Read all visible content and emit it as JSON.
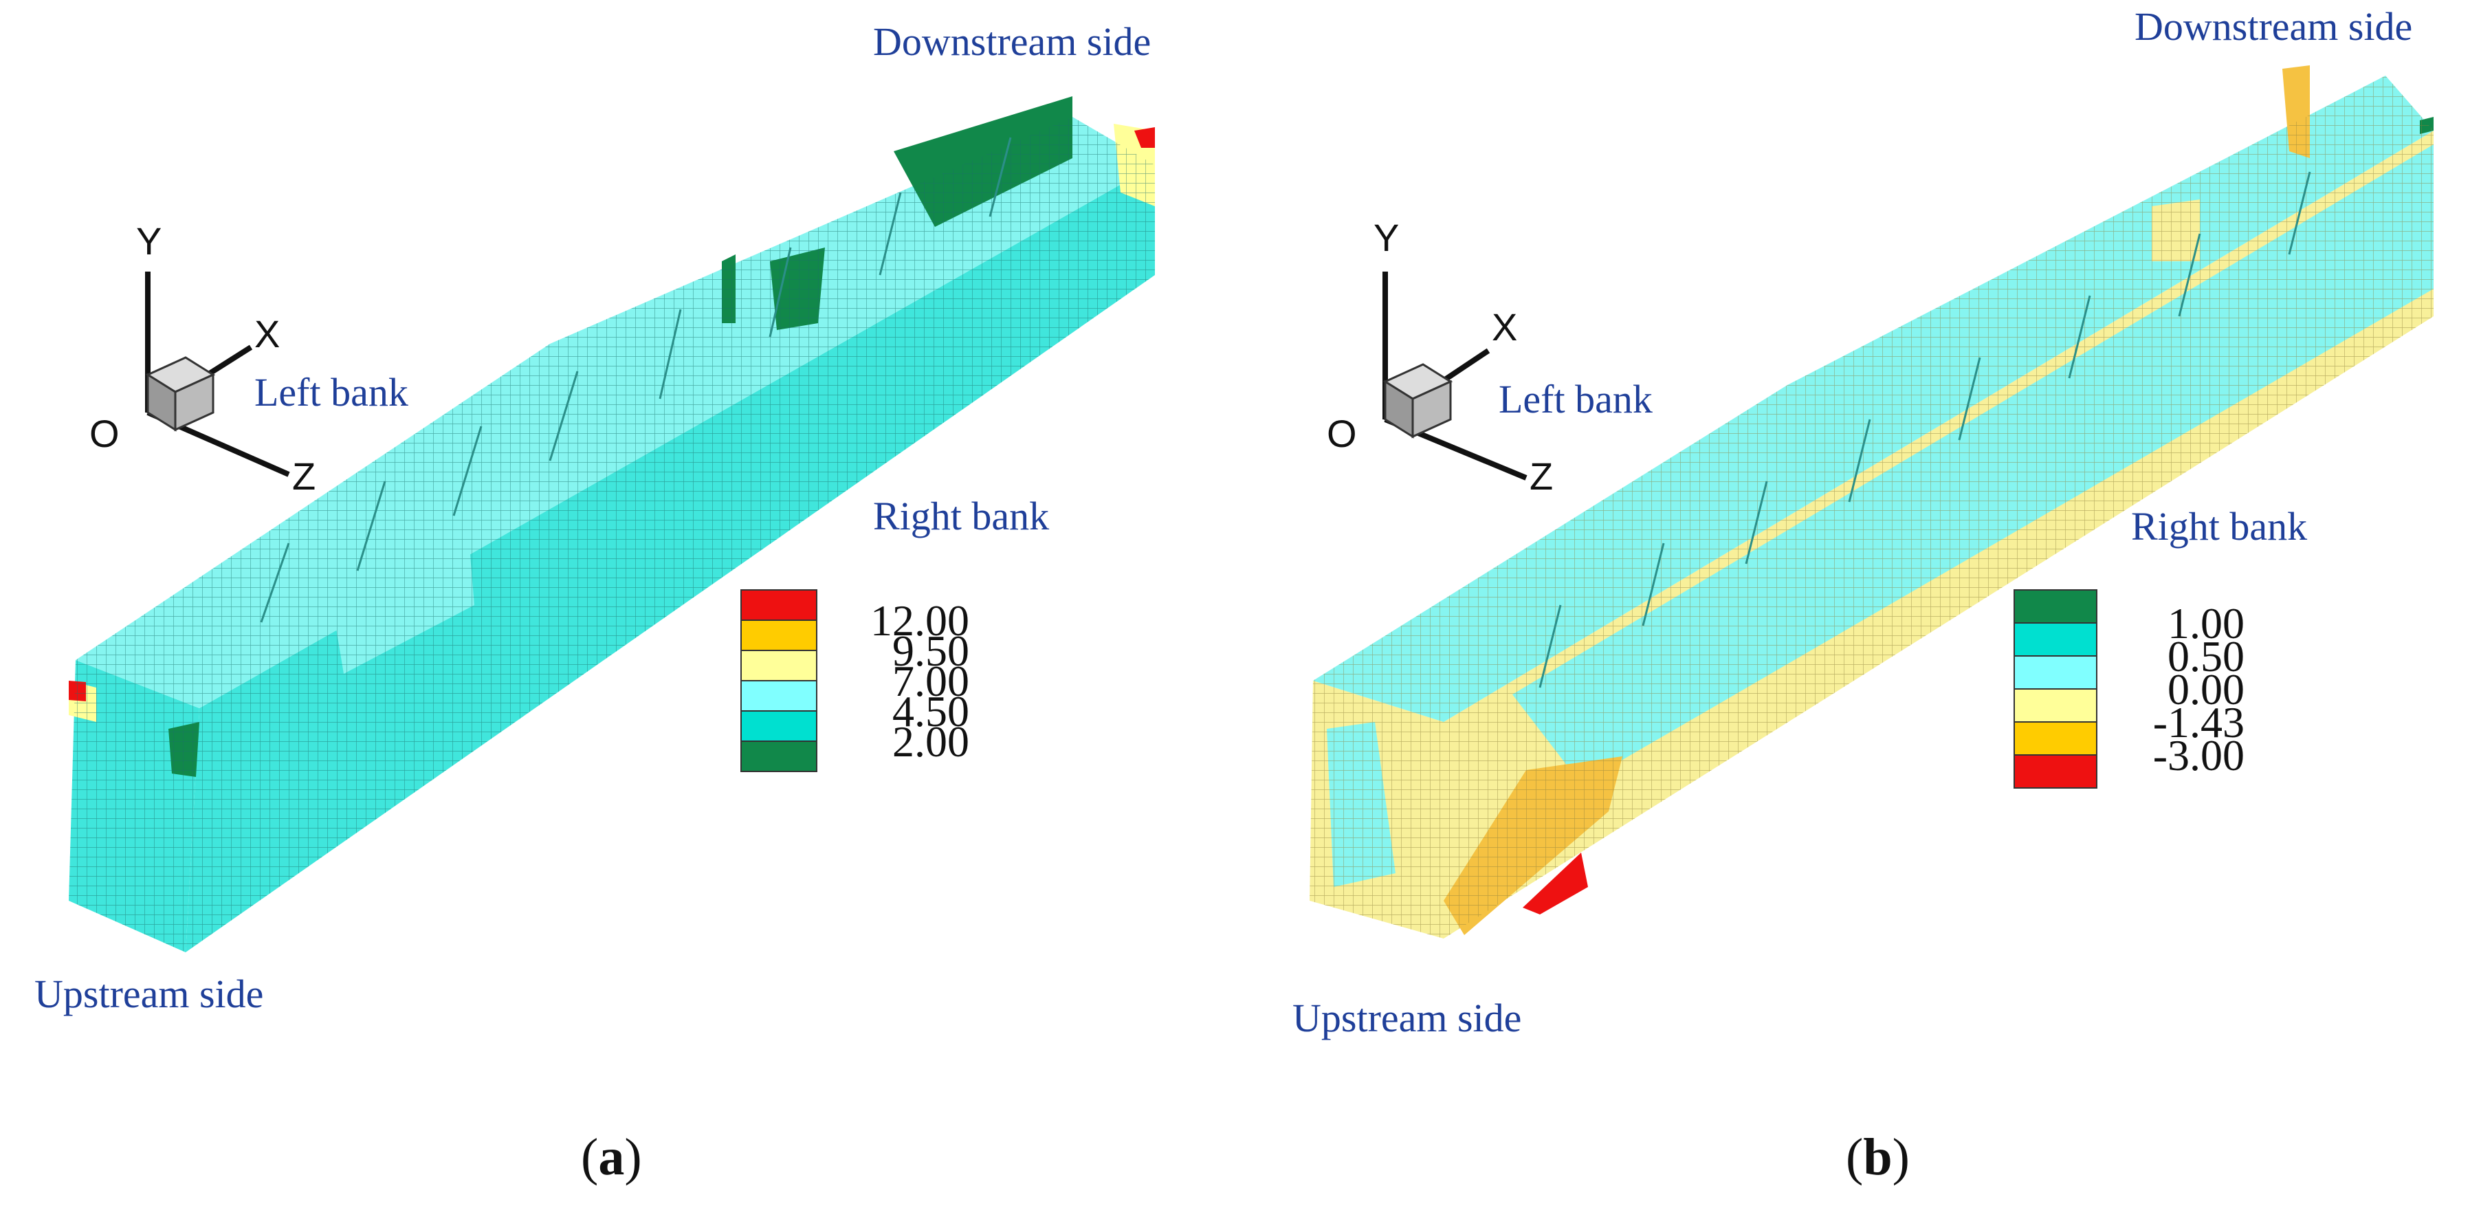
{
  "panels": [
    {
      "id": "a",
      "caption": "a",
      "labels": {
        "downstream": "Downstream side",
        "upstream": "Upstream side",
        "left_bank": "Left bank",
        "right_bank": "Right bank"
      },
      "axes": {
        "x": "X",
        "y": "Y",
        "z": "Z",
        "origin": "O"
      },
      "legend": [
        {
          "color": "#ee1111",
          "label": "12.00"
        },
        {
          "color": "#ffcc00",
          "label": "9.50"
        },
        {
          "color": "#ffff99",
          "label": "7.00"
        },
        {
          "color": "#80ffff",
          "label": "4.50"
        },
        {
          "color": "#00e0d0",
          "label": "2.00"
        },
        {
          "color": "#11884a",
          "label": ""
        }
      ]
    },
    {
      "id": "b",
      "caption": "b",
      "labels": {
        "downstream": "Downstream side",
        "upstream": "Upstream side",
        "left_bank": "Left bank",
        "right_bank": "Right bank"
      },
      "axes": {
        "x": "X",
        "y": "Y",
        "z": "Z",
        "origin": "O"
      },
      "legend": [
        {
          "color": "#11884a",
          "label": "1.00"
        },
        {
          "color": "#00e0d0",
          "label": "0.50"
        },
        {
          "color": "#80ffff",
          "label": "0.00"
        },
        {
          "color": "#ffff99",
          "label": "-1.43"
        },
        {
          "color": "#ffcc00",
          "label": "-3.00"
        },
        {
          "color": "#ee1111",
          "label": ""
        }
      ]
    }
  ],
  "colors": {
    "label_blue": "#1f3f99",
    "mesh_cyan": "#40e6dc",
    "mesh_light": "#86f5f0",
    "mesh_dark_green": "#11884a",
    "mesh_yellow": "#f8f09a",
    "mesh_orange": "#f5c242",
    "mesh_red": "#ee1111"
  }
}
